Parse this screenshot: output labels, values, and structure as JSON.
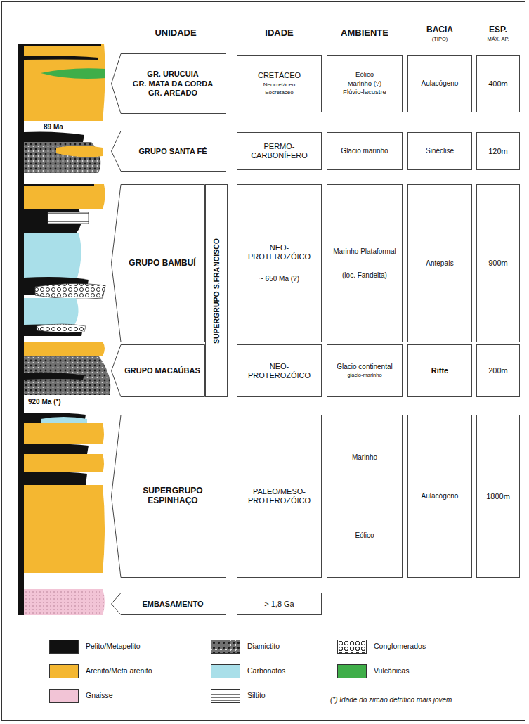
{
  "diagram": {
    "nodes": [
      {
        "text": [
          "GR. URUCUIA",
          "GR. MATA DA CORDA",
          "GR. AREADO"
        ]
      },
      {
        "text": [
          "CRETÁCEO",
          "Neocretáceo",
          "Eocretáceo"
        ]
      },
      {
        "text": [
          "Eólico",
          "Marinho (?)",
          "Flúvio-lacustre"
        ]
      },
      {
        "text": [
          "Aulacógeno"
        ]
      },
      {
        "text": [
          "400m"
        ]
      },
      {
        "text": [
          "GRUPO SANTA FÉ"
        ]
      },
      {
        "text": [
          "PERMO-CARBONÍFERO"
        ]
      },
      {
        "text": [
          "Glacio marinho"
        ]
      },
      {
        "text": [
          "Sinéclise"
        ]
      },
      {
        "text": [
          "120m"
        ]
      },
      {
        "text": [
          "GRUPO BAMBUÍ"
        ]
      },
      {
        "text": [
          "SUPERGRUPO S.FRANCISCO"
        ]
      },
      {
        "text": [
          "NEO-PROTEROZÓICO",
          "~ 650 Ma (?)"
        ]
      },
      {
        "text": [
          "Marinho Plataformal",
          "(loc. Fandelta)"
        ]
      },
      {
        "text": [
          "Antepaís"
        ]
      },
      {
        "text": [
          "900m"
        ]
      },
      {
        "text": [
          "GRUPO MACAÚBAS"
        ]
      },
      {
        "text": [
          "NEO-PROTEROZÓICO"
        ]
      },
      {
        "text": [
          "Glacio continental",
          "glacio-marinho"
        ]
      },
      {
        "text": [
          "Rifte"
        ]
      },
      {
        "text": [
          "200m"
        ]
      },
      {
        "text": [
          "SUPERGRUPO ESPINHAÇO"
        ]
      },
      {
        "text": [
          "PALEO/MESO-PROTEROZÓICO"
        ]
      },
      {
        "text": [
          "Marinho",
          "Eólico"
        ]
      },
      {
        "text": [
          "Aulacógeno"
        ]
      },
      {
        "text": [
          "1800m"
        ]
      },
      {
        "text": [
          "EMBASAMENTO"
        ]
      },
      {
        "text": [
          "> 1,8 Ga"
        ]
      }
    ],
    "labels": [
      "UNIDADE",
      "IDADE",
      "AMBIENTE",
      "BACIA",
      "(TIPO)",
      "ESP.",
      "MÁX. AP.",
      "89 Ma",
      "920 Ma (*)",
      "(*) Idade do zircão detrítico mais jovem"
    ],
    "legend": [
      {
        "text": "Pelito/Metapelito",
        "color": "#111111"
      },
      {
        "text": "Diamictito"
      },
      {
        "text": "Conglomerados"
      },
      {
        "text": "Arenito/Meta arenito",
        "color": "#f4b731"
      },
      {
        "text": "Carbonatos",
        "color": "#a9dfe9"
      },
      {
        "text": "Vulcânicas",
        "color": "#3fae49"
      },
      {
        "text": "Gnaisse",
        "color": "#f2c4d6"
      },
      {
        "text": "Siltito"
      }
    ]
  }
}
